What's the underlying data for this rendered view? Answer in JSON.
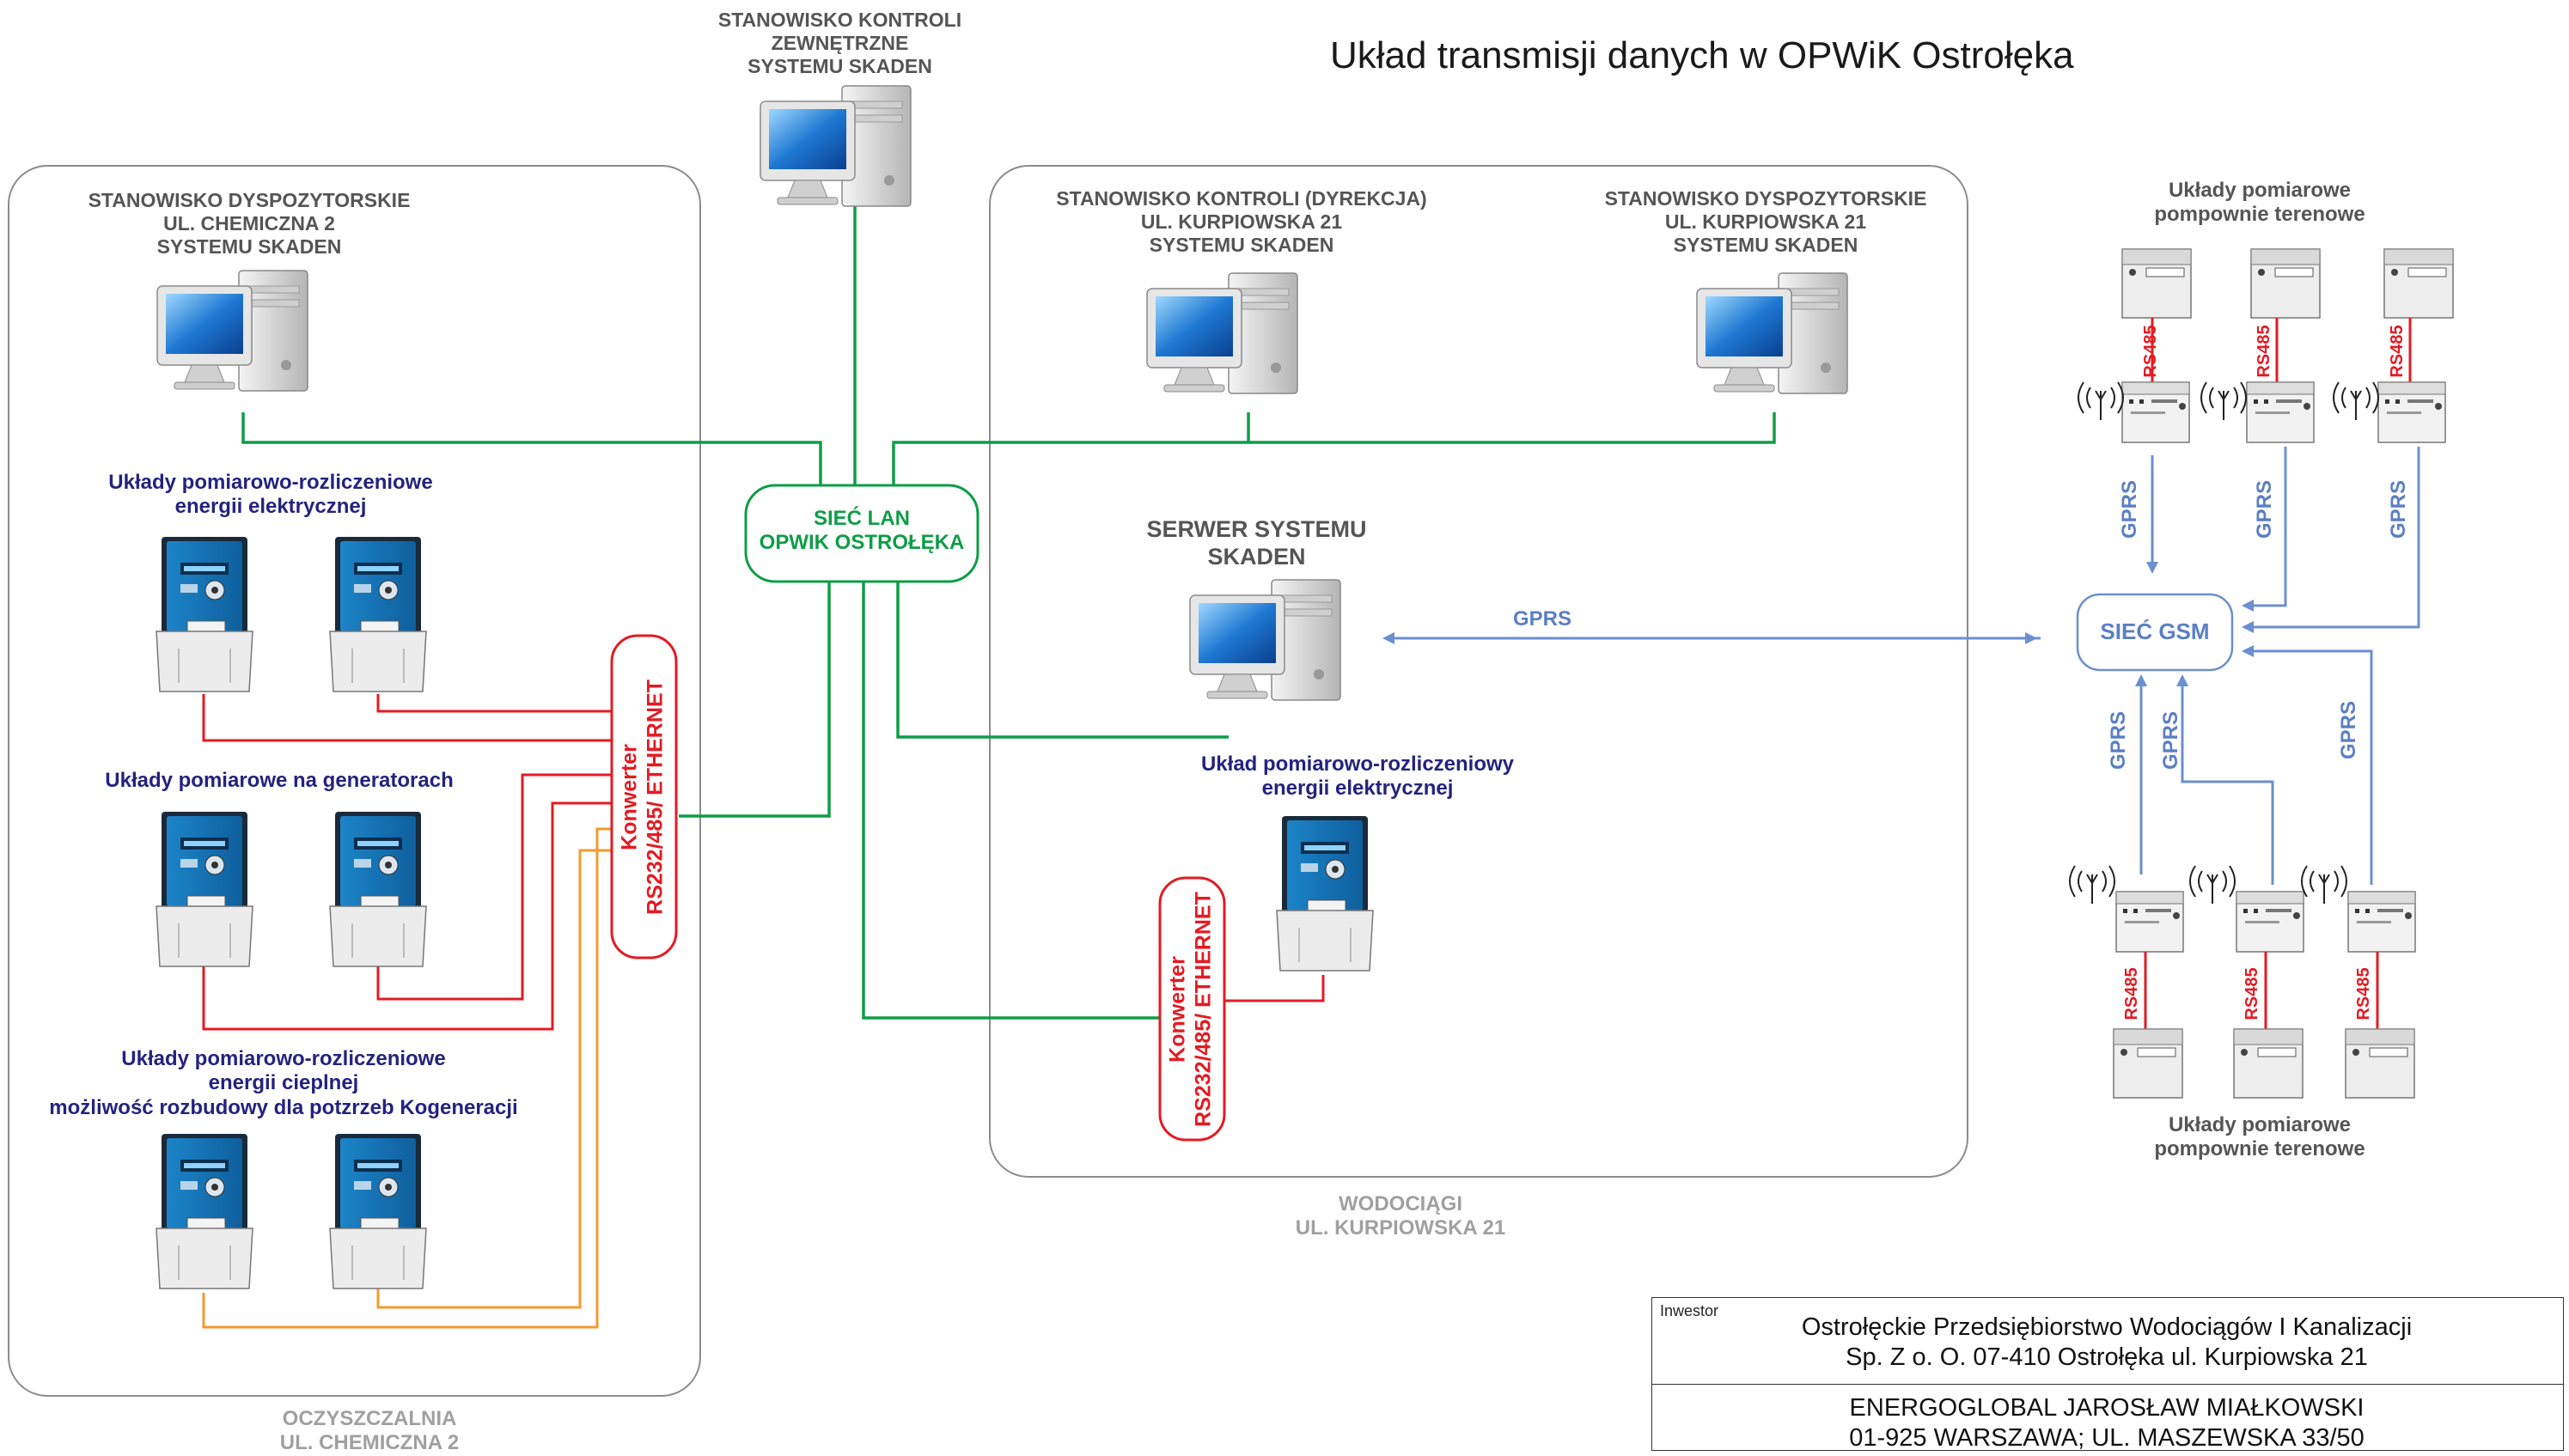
{
  "title": "Układ transmisji danych w OPWiK Ostrołęka",
  "stations": {
    "external": "STANOWISKO KONTROLI\nZEWNĘTRZNE\nSYSTEMU SKADEN",
    "chemiczna": "STANOWISKO DYSPOZYTORSKIE\nUL. CHEMICZNA 2\nSYSTEMU SKADEN",
    "dyrekcja": "STANOWISKO KONTROLI (DYREKCJA)\nUL. KURPIOWSKA 21\nSYSTEMU SKADEN",
    "kurpiowska": "STANOWISKO DYSPOZYTORSKIE\nUL. KURPIOWSKA 21\nSYSTEMU SKADEN"
  },
  "server": "SERWER SYSTEMU\nSKADEN",
  "lan": "SIEĆ LAN\nOPWIK OSTROŁĘKA",
  "gsm": "SIEĆ GSM",
  "groups": {
    "energy": "Układy pomiarowo-rozliczeniowe\nenergii elektrycznej",
    "generators": "Układy pomiarowe na generatorach",
    "heat": "Układy pomiarowo-rozliczeniowe\nenergii cieplnej\nmożliwość rozbudowy dla potzrzeb Kogeneracji",
    "energy_single": "Układ pomiarowo-rozliczeniowy\nenergii elektrycznej",
    "pumps_top": "Układy pomiarowe\npompownie terenowe",
    "pumps_bottom": "Układy pomiarowe\npompownie terenowe"
  },
  "converter": "Konwerter\nRS232/485/ ETHERNET",
  "link_labels": {
    "rs485": "RS485",
    "gprs": "GPRS"
  },
  "sites": {
    "left": "OCZYSZCZALNIA\nUL. CHEMICZNA 2",
    "middle": "WODOCIĄGI\nUL. KURPIOWSKA 21"
  },
  "info": {
    "investor_label": "Inwestor",
    "investor": "Ostrołęckie Przedsiębiorstwo Wodociągów I Kanalizacji\nSp. Z o. O. 07-410 Ostrołęka ul. Kurpiowska 21",
    "designer": "ENERGOGLOBAL JAROSŁAW  MIAŁKOWSKI\n01-925  WARSZAWA; UL. MASZEWSKA 33/50"
  },
  "colors": {
    "lan_green": "#0f9d47",
    "rs485_red": "#e31b23",
    "heat_orange": "#f39a2c",
    "gprs_blue": "#6b8fd0",
    "box_gray": "#8c8c8c"
  },
  "icons": [
    "computer-icon",
    "server-icon",
    "electricity-meter-icon",
    "gprs-modem-icon",
    "antenna-icon",
    "pump-meter-icon"
  ]
}
